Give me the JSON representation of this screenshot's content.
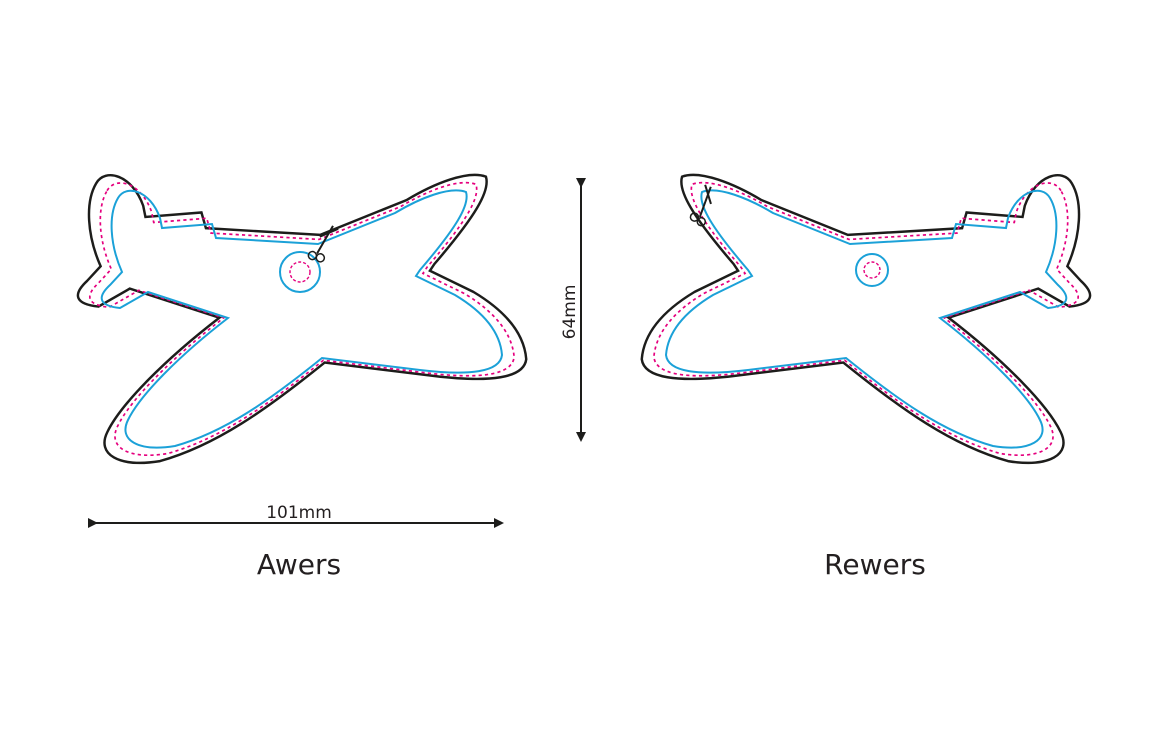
{
  "dimensions": {
    "width_label": "101mm",
    "height_label": "64mm"
  },
  "labels": {
    "front": "Awers",
    "back": "Rewers"
  },
  "colors": {
    "outline": "#1d1d1b",
    "cut_line": "#e5007e",
    "safe_zone": "#1ba1d8",
    "arrow": "#1d1d1b"
  },
  "icons": {
    "cut_marker": "scissors-icon",
    "hang_hole": "hole-icon"
  }
}
